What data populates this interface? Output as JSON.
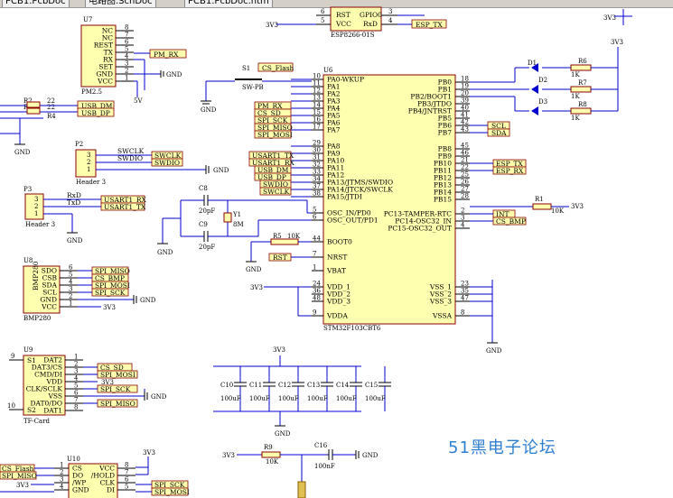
{
  "tabs": [
    {
      "label": "PCB1.PcbDoc"
    },
    {
      "label": "电路图.SchDoc"
    },
    {
      "label": "PCB1.PcbDoc.htm"
    }
  ],
  "watermark": "51黑电子论坛",
  "u6": {
    "designator": "U6",
    "part": "STM32F103CBT6",
    "left_pins": [
      {
        "num": "10",
        "name": "PA0-WKUP"
      },
      {
        "num": "11",
        "name": "PA1"
      },
      {
        "num": "12",
        "name": "PA2"
      },
      {
        "num": "13",
        "name": "PA3"
      },
      {
        "num": "14",
        "name": "PA4"
      },
      {
        "num": "15",
        "name": "PA5"
      },
      {
        "num": "16",
        "name": "PA6"
      },
      {
        "num": "17",
        "name": "PA7"
      },
      {
        "num": "29",
        "name": "PA8"
      },
      {
        "num": "30",
        "name": "PA9"
      },
      {
        "num": "31",
        "name": "PA10"
      },
      {
        "num": "32",
        "name": "PA11"
      },
      {
        "num": "33",
        "name": "PA12"
      },
      {
        "num": "34",
        "name": "PA13/JTMS/SWDIO"
      },
      {
        "num": "37",
        "name": "PA14/JTCK/SWCLK"
      },
      {
        "num": "38",
        "name": "PA15/JTDI"
      },
      {
        "num": "5",
        "name": "OSC_IN/PD0"
      },
      {
        "num": "6",
        "name": "OSC_OUT/PD1"
      },
      {
        "num": "44",
        "name": "BOOT0"
      },
      {
        "num": "7",
        "name": "NRST"
      },
      {
        "num": "1",
        "name": "VBAT"
      },
      {
        "num": "24",
        "name": "VDD_1"
      },
      {
        "num": "36",
        "name": "VDD_2"
      },
      {
        "num": "48",
        "name": "VDD_3"
      },
      {
        "num": "9",
        "name": "VDDA"
      }
    ],
    "right_pins": [
      {
        "num": "18",
        "name": "PB0"
      },
      {
        "num": "19",
        "name": "PB1"
      },
      {
        "num": "20",
        "name": "PB2/BOOT1"
      },
      {
        "num": "39",
        "name": "PB3/JTDO"
      },
      {
        "num": "40",
        "name": "PB4/JNTRST"
      },
      {
        "num": "41",
        "name": "PB5"
      },
      {
        "num": "42",
        "name": "PB6"
      },
      {
        "num": "43",
        "name": "PB7"
      },
      {
        "num": "45",
        "name": "PB8"
      },
      {
        "num": "46",
        "name": "PB9"
      },
      {
        "num": "21",
        "name": "PB10"
      },
      {
        "num": "22",
        "name": "PB11"
      },
      {
        "num": "25",
        "name": "PB12"
      },
      {
        "num": "26",
        "name": "PB13"
      },
      {
        "num": "27",
        "name": "PB14"
      },
      {
        "num": "28",
        "name": "PB15"
      },
      {
        "num": "2",
        "name": "PC13-TAMPER-RTC"
      },
      {
        "num": "3",
        "name": "PC14-OSC32_IN"
      },
      {
        "num": "4",
        "name": "PC15-OSC32_OUT"
      },
      {
        "num": "23",
        "name": "VSS_1"
      },
      {
        "num": "35",
        "name": "VSS_2"
      },
      {
        "num": "47",
        "name": "VSS_3"
      },
      {
        "num": "8",
        "name": "VSSA"
      }
    ]
  },
  "u7": {
    "designator": "U7",
    "part": "PM2.5",
    "pins": [
      {
        "num": "8",
        "name": "NC"
      },
      {
        "num": "7",
        "name": "NC"
      },
      {
        "num": "6",
        "name": "REST"
      },
      {
        "num": "5",
        "name": "TX"
      },
      {
        "num": "4",
        "name": "RX"
      },
      {
        "num": "3",
        "name": "SET"
      },
      {
        "num": "2",
        "name": "GND"
      },
      {
        "num": "1",
        "name": "VCC"
      }
    ]
  },
  "u8": {
    "designator": "U8",
    "part": "BMP280",
    "body_text": "BMP280",
    "pins": [
      {
        "num": "6",
        "name": "SDO"
      },
      {
        "num": "5",
        "name": "CSB"
      },
      {
        "num": "4",
        "name": "SDA"
      },
      {
        "num": "3",
        "name": "SCL"
      },
      {
        "num": "2",
        "name": "GND"
      },
      {
        "num": "1",
        "name": "VCC"
      }
    ]
  },
  "u9": {
    "designator": "U9",
    "part": "TF-Card",
    "left_pins": [
      {
        "num": "9",
        "name": "S1"
      },
      {
        "num": "10",
        "name": "S2"
      }
    ],
    "pins": [
      {
        "num": "1",
        "name": "DAT2"
      },
      {
        "num": "2",
        "name": "DAT3/CS"
      },
      {
        "num": "3",
        "name": "CMD/DI"
      },
      {
        "num": "4",
        "name": "VDD"
      },
      {
        "num": "5",
        "name": "CLK/SCLK"
      },
      {
        "num": "6",
        "name": "VSS"
      },
      {
        "num": "7",
        "name": "DAT0/DO"
      },
      {
        "num": "8",
        "name": "DAT1"
      }
    ]
  },
  "u10": {
    "designator": "U10",
    "left_pins": [
      {
        "num": "1",
        "name": "CS"
      },
      {
        "num": "2",
        "name": "DO"
      },
      {
        "num": "3",
        "name": "/WP"
      },
      {
        "num": "4",
        "name": "GND"
      }
    ],
    "right_pins": [
      {
        "num": "8",
        "name": "VCC"
      },
      {
        "num": "7",
        "name": "/HOLD"
      },
      {
        "num": "6",
        "name": "CLK"
      },
      {
        "num": "5",
        "name": "DI"
      }
    ]
  },
  "esp": {
    "part": "ESP8266-01S",
    "left_pins": [
      {
        "num": "",
        "name": "RST"
      },
      {
        "num": "",
        "name": "VCC"
      }
    ],
    "right_pins": [
      {
        "num": "",
        "name": "GPIO0"
      },
      {
        "num": "4",
        "name": "RxD"
      }
    ],
    "pin_nums_left": [
      "6",
      "5"
    ],
    "pin_nums_right": [
      "3"
    ]
  },
  "headers": {
    "p2": {
      "designator": "P2",
      "part": "Header 3",
      "pins": [
        "3",
        "2",
        "1"
      ],
      "nets": [
        "SWCLK",
        "SWDIO",
        ""
      ]
    },
    "p3": {
      "designator": "P3",
      "part": "Header 3",
      "pins": [
        "3",
        "2",
        "1"
      ],
      "nets": [
        "RxD",
        "TxD",
        ""
      ]
    }
  },
  "net_labels": {
    "esp_tx_top": "ESP_TX",
    "pm_rx": "PM_RX",
    "cs_flash": "CS_Flash",
    "usb_dm_l": "USB_DM",
    "usb_dp_l": "USB_DP",
    "pm_rx2": "PM_RX",
    "cs_sd": "CS_SD",
    "spi_sck": "SPI_SCK",
    "spi_miso": "SPI_MISO",
    "spi_mosi": "SPI_MOSI",
    "usart1_tx": "USART1_TX",
    "usart1_rx": "USART1_RX",
    "usb_dm": "USB_DM",
    "usb_dp": "USB_DP",
    "swdio": "SWDIO",
    "swclk": "SWCLK",
    "p2_swclk": "SWCLK",
    "p2_swdio": "SWDIO",
    "p3_rx": "USART1_RX",
    "p3_tx": "USART1_TX",
    "rst": "RST",
    "scl": "SCL",
    "sda": "SDA",
    "esp_tx": "ESP_TX",
    "esp_rx": "ESP_RX",
    "int": "INT",
    "cs_bmp": "CS_BMP",
    "u8_miso": "SPI_MISO",
    "u8_csbmp": "CS_BMP",
    "u8_mosi": "SPI_MOSI",
    "u8_sck": "SPI_SCK",
    "u9_cssd": "CS_SD",
    "u9_mosi": "SPI_MOSI",
    "u9_sck": "SPI_SCK",
    "u9_miso": "SPI_MISO",
    "u10_csflash": "CS_Flash",
    "u10_miso": "SPI_MISO",
    "u10_sck": "SPI_SCK",
    "u10_mosi": "SPI_MOSI"
  },
  "components": {
    "s1": "S1",
    "s1_part": "SW-PB",
    "c8": "C8",
    "c8_val": "20pF",
    "c9": "C9",
    "c9_val": "20pF",
    "y1": "Y1",
    "y1_val": "8M",
    "r5": "R5",
    "r5_val": "10K",
    "r1": "R1",
    "r1_val": "10K",
    "r6": "R6",
    "r6_val": "1K",
    "r7": "R7",
    "r7_val": "1K",
    "r8": "R8",
    "r8_val": "1K",
    "d1": "D1",
    "d2": "D2",
    "d3": "D3",
    "r2": "R2",
    "r3": "R3",
    "r2_pin": "22",
    "r3_pin": "22",
    "r4": "R4",
    "r9": "R9",
    "r9_val": "10K",
    "c16": "C16",
    "c16_val": "100nF",
    "caps": [
      {
        "ref": "C10",
        "val": "100uF"
      },
      {
        "ref": "C11",
        "val": "100uF"
      },
      {
        "ref": "C12",
        "val": "100uF"
      },
      {
        "ref": "C13",
        "val": "100uF"
      },
      {
        "ref": "C14",
        "val": "100uF"
      },
      {
        "ref": "C15",
        "val": "100uF"
      }
    ]
  },
  "power": {
    "v3v3": "3V3",
    "v5v": "5V",
    "gnd": "GND"
  }
}
